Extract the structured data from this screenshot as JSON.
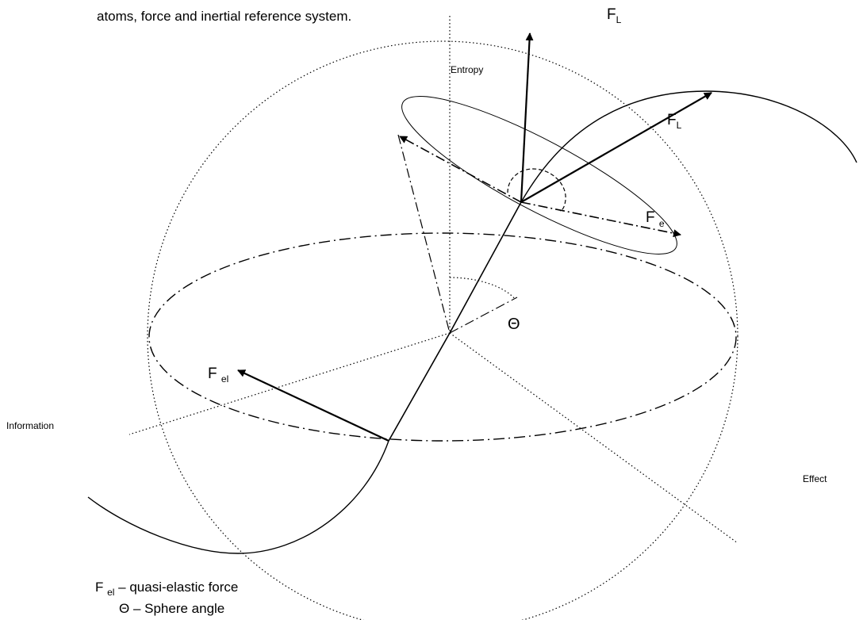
{
  "caption_top": "atoms, force and inertial reference system.",
  "axes": {
    "entropy": "Entropy",
    "information": "Information",
    "effect": "Effect"
  },
  "forces": {
    "fl_top": {
      "main": "F",
      "sub": "L"
    },
    "fl_arrow": {
      "main": "F",
      "sub": "L"
    },
    "fe": {
      "main": "F ",
      "sub": "e"
    },
    "fel": {
      "main": "F ",
      "sub": "el"
    }
  },
  "theta": "Θ",
  "legend": {
    "fel_main": "F ",
    "fel_sub": "el",
    "fel_desc": " – quasi-elastic force",
    "theta_desc": "Θ – Sphere angle"
  },
  "colors": {
    "stroke": "#000000",
    "background": "#ffffff"
  }
}
